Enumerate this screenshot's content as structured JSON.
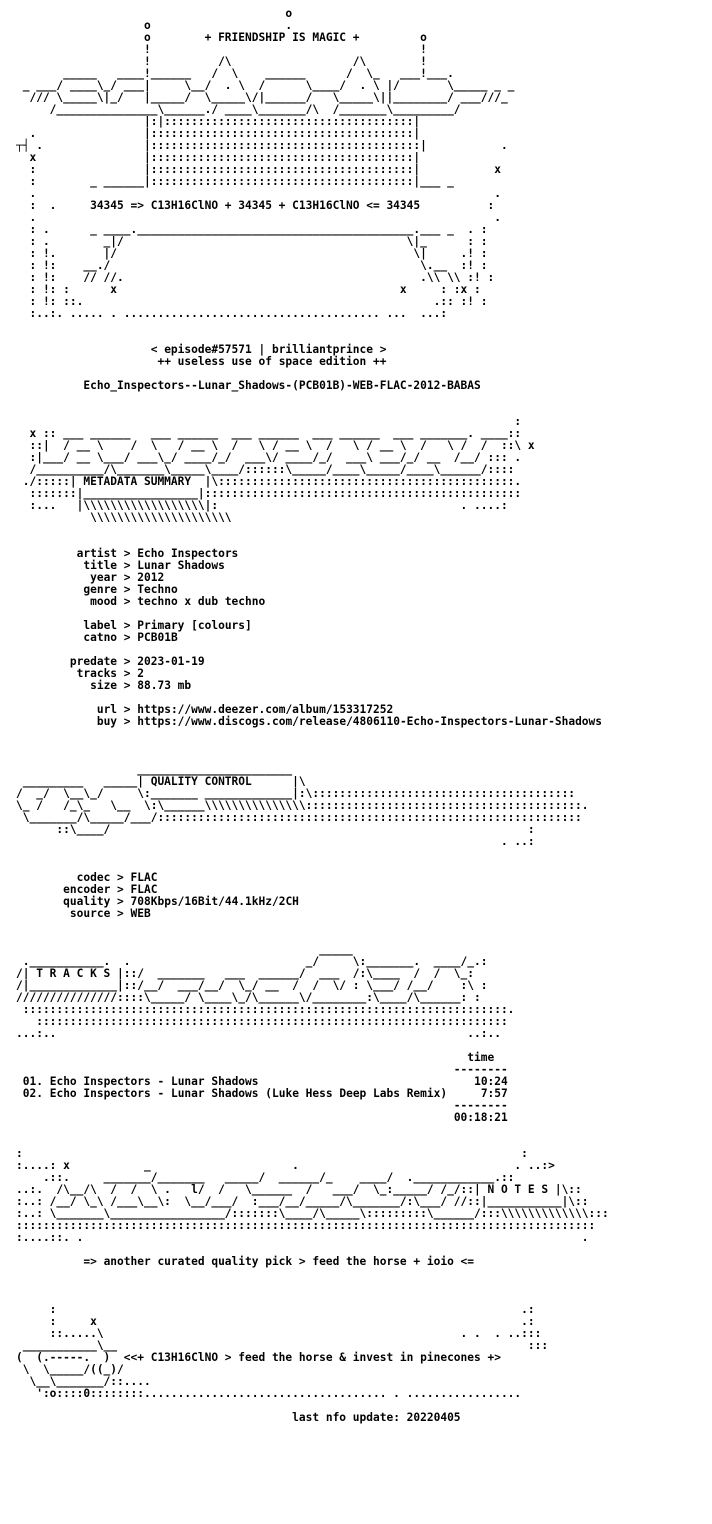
{
  "header": {
    "art": "                                        o                                 \n                   o                    .                                 \n                   o        + FRIENDSHIP IS MAGIC +         o             \n                   !                                        !             \n                   !          /\\                  /\\        !             \n       _____   ____!______   /  \\    ______      /  \\_   ___!___.         \n _ ___/ ____\\_/ ___|     \\__/  . \\  /      \\____/  . \\ |/       \\_____ _ _\n  /// \\_____\\|_/   |_____/  \\_____\\/|______/   \\_____\\||________/ ___///_ \n     /_______________\\______./ ____\\_______/\\  /_______\\_________/        \n                   |:|:::::::::::::::::::::::::::::::::::::|              \n  .                |:::::::::::::::::::::::::::::::::::::::|              \n┬┤ .               |::::::::::::::::::::::::::::::::::::::::|           . \n  x                |:::::::::::::::::::::::::::::::::::::::|              \n  :                |:::::::::::::::::::::::::::::::::::::::|           x  \n  :        _ ______|:::::::::::::::::::::::::::::::::::::::|___ _         \n  .                                                                    .  \n  :  .     34345 => C13H16ClNO + 34345 + C13H16ClNO <= 34345          :   \n  .                                                                    .  \n  : .      _ ____._________________________________________.___ _  . :    \n  : .        _|/                                          \\|_      : :    \n  : !.       |/                                            \\|     .! :    \n  : !:    __./                                              \\.__  :! :    \n  : !:    // //.                                            .\\\\ \\\\ :! :    \n  : !: :      x                                          x     : :x :    \n  : !: ::.                                                    .:: :! :    \n  :..:. ..... . ...................................... ...  ...:    ",
    "episode_line": "< episode#57571 | brilliantprince >",
    "edition_line": "++ useless use of space edition ++",
    "release_name": "Echo_Inspectors--Lunar_Shadows-(PCB01B)-WEB-FLAC-2012-BABAS"
  },
  "metadata": {
    "banner": "                                                                          :\n  x :: ___ ______   ___ ______  ___ ______  ___ ______  ___ _______. ____:: \n  ::|  / __ \\    /  \\   / __ \\  /   \\ / __ \\  /   \\ / __ \\  /   \\ /  /  ::\\ x\n  :|___/ __ \\___/ ___\\_/ ____/_/  ___\\/ ____/_/  ___\\ ___/_/ __  /__/ ::: .\n  /__________/\\_______\\_____\\____/::::::\\_____/____\\_____/____\\______/:::: \n ./:::::| METADATA SUMMARY  |\\::::::::::::::::::::::::::::::::::::::::::::. \n  :::::::|_________________|::::::::::::::::::::::::::::::::::::::::::::::: \n  :...   |\\\\\\\\\\\\\\\\\\\\\\\\\\\\\\\\\\\\|:                                    . ....: \n           \\\\\\\\\\\\\\\\\\\\\\\\\\\\\\\\\\\\\\\\\\                                             ",
    "fields": [
      {
        "key": "artist",
        "value": "Echo Inspectors"
      },
      {
        "key": "title",
        "value": "Lunar Shadows"
      },
      {
        "key": "year",
        "value": "2012"
      },
      {
        "key": "genre",
        "value": "Techno"
      },
      {
        "key": "mood",
        "value": "techno x dub techno"
      },
      {
        "key": "label",
        "value": "Primary [colours]"
      },
      {
        "key": "catno",
        "value": "PCB01B"
      },
      {
        "key": "predate",
        "value": "2023-01-19"
      },
      {
        "key": "tracks",
        "value": "2"
      },
      {
        "key": "size",
        "value": "88.73 mb"
      },
      {
        "key": "url",
        "value": "https://www.deezer.com/album/153317252"
      },
      {
        "key": "buy",
        "value": "https://www.discogs.com/release/4806110-Echo-Inspectors-Lunar-Shadows"
      }
    ]
  },
  "quality": {
    "banner": "                  _______________________           \n _________   _____| QUALITY CONTROL      |\\          \n/  _/  \\__\\_/     \\:_______ _____________|:\\:::::::::::::::::::::::::::::::::::::::\n\\_ /   /_\\_   \\__  \\:\\______\\\\\\\\\\\\\\\\\\\\\\\\\\\\\\:::::::::::::::::::::::::::::::::::::::::. \n \\_______/\\_____/___/:::::::::::::::::::::::::::::::::::::::::::::::::::::::::::::::\n      ::\\____/                                                              :\n                                                                        . ..:",
    "fields": [
      {
        "key": "codec",
        "value": "FLAC"
      },
      {
        "key": "encoder",
        "value": "FLAC"
      },
      {
        "key": "quality",
        "value": "708Kbps/16Bit/44.1kHz/2CH"
      },
      {
        "key": "source",
        "value": "WEB"
      }
    ]
  },
  "tracks": {
    "banner": "                                             _____                   \n .___________.  .                          _/     \\:_______.  ____/_.:\n/| T R A C K S |::/  _______   ___  ______/  ___  /:\\____  /  /  \\_:\n/|_____________|::/__/  ___/__/  \\_/ __  /  /  \\/ : \\___/ /__/    :\\ :\n///////////////::::\\_____/ \\____\\_/\\______\\/________:\\____/\\______: :\n ::::::::::::::::::::::::::::::::::::::::::::::::::::::::::::::::::::::::.\n   :::::::::::::::::::::::::::::::::::::::::::::::::::::::::::::::::::::: \n...:..                                                             ..:..",
    "time_header": "time",
    "list": [
      {
        "num": "01.",
        "title": "Echo Inspectors - Lunar Shadows",
        "time": "10:24"
      },
      {
        "num": "02.",
        "title": "Echo Inspectors - Lunar Shadows (Luke Hess Deep Labs Remix)",
        "time": "7:57"
      }
    ],
    "total": "00:18:21"
  },
  "notes": {
    "banner": ":                                                                          :\n:....: x           _                     .                                . ..:>\n    .::.     _______/_______   _____/  ______/_    ____/  .____________.::\n..:.  /\\__/\\  /  /  \\ .   l/  /   \\______  /   ___/  \\_:_____/ /_/::| N O T E S |\\::\n:..: /__/ \\_\\ /___\\__\\:  \\__/___/  :___/__/_____/\\_______/:\\___/ //::|___________|\\::\n:..: \\_______\\_________________/:::::::\\____/\\_____\\:::::::::\\______/:::\\\\\\\\\\\\\\\\\\\\\\\\\\:::\n::::::::::::::::::::::::::::::::::::::::::::::::::::::::::::::::::::::::::::::::::::::\n:....::. .                                                                          .",
    "line": "=> another curated quality pick > feed the horse + ioio <="
  },
  "footer": {
    "art": "     :                                                                     .:\n     :     x                                                               .:\n     ::.....\\                                                     . .  . ..:::\n ___________\\__                                                             :::\n(  (.-----.  )  <<+ C13H16ClNO > feed the horse & invest in pinecones +>\n \\  \\_____/((_)/                                                              \n  \\__\\_______/::....                                                          \n   ':o::::0::::::::.................................... . .................",
    "update_line": "last nfo update: 20220405"
  }
}
